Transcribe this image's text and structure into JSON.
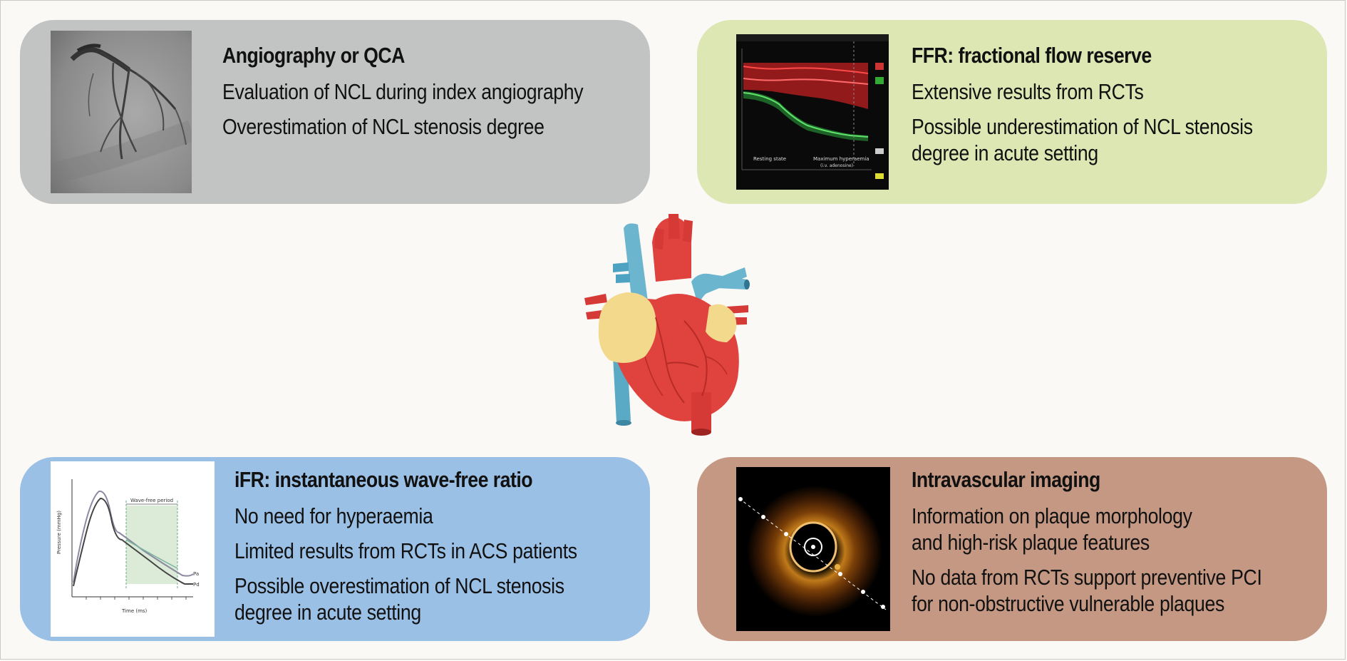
{
  "cards": {
    "angiography": {
      "title": "Angiography or QCA",
      "points": [
        "Evaluation of NCL during index angiography",
        "Overestimation of NCL stenosis degree"
      ],
      "color": "#c2c4c3"
    },
    "ffr": {
      "title": "FFR: fractional flow reserve",
      "points": [
        "Extensive results from RCTs",
        "Possible underestimation of NCL stenosis\ndegree in acute setting"
      ],
      "color": "#dde7b4",
      "image_labels": {
        "left": "Resting state",
        "right": "Maximum hyperaemia",
        "right_sub": "(i.v. adenosine)"
      }
    },
    "ifr": {
      "title": "iFR: instantaneous wave-free ratio",
      "points": [
        "No need for hyperaemia",
        "Limited results from RCTs in ACS patients",
        "Possible overestimation of NCL stenosis\ndegree in acute setting"
      ],
      "color": "#9bc0e6",
      "image_labels": {
        "period": "Wave-free period",
        "ylabel": "Pressure (mmHg)",
        "xlabel": "Time (ms)",
        "pa": "Pa",
        "pd": "Pd"
      }
    },
    "ivi": {
      "title": "Intravascular imaging",
      "points": [
        "Information on plaque morphology\nand high-risk plaque features",
        "No data from RCTs support preventive PCI\nfor non-obstructive vulnerable plaques"
      ],
      "color": "#c59883"
    }
  },
  "heart_icon": "heart-anatomy-icon"
}
